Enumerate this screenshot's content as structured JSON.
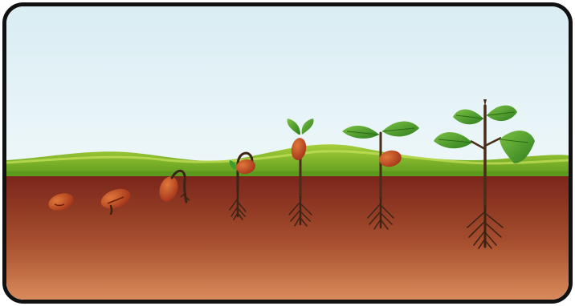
{
  "diagram": {
    "stages": [
      {
        "id": "seed"
      },
      {
        "id": "swelling-seed"
      },
      {
        "id": "radicle-emerges"
      },
      {
        "id": "hypocotyl-hook"
      },
      {
        "id": "cotyledons-emerge"
      },
      {
        "id": "first-leaves"
      },
      {
        "id": "young-plant"
      }
    ],
    "colors": {
      "sky_top": "#d9edf3",
      "sky_bottom": "#ffffff",
      "grass_light": "#a6cf3a",
      "grass_dark": "#5c9a1d",
      "soil_top": "#7a261b",
      "soil_bottom": "#d98a5b",
      "seed": "#b8401e",
      "seed_highlight": "#e0783a",
      "stem": "#4a2c1a",
      "leaf": "#3f9b2a",
      "leaf_light": "#7cc243",
      "root": "#3d2416",
      "frame": "#111111"
    }
  }
}
